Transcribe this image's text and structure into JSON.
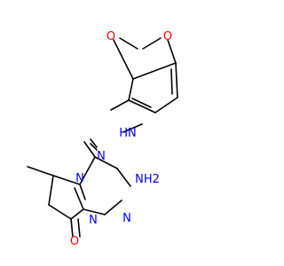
{
  "molecule": {
    "background": "#ffffff",
    "colors": {
      "bond": "#000000",
      "N": "#0000ff",
      "O": "#ff0000"
    },
    "atoms": [
      {
        "id": "o_top_left",
        "label": "O",
        "element": "O"
      },
      {
        "id": "o_top_right",
        "label": "O",
        "element": "O"
      },
      {
        "id": "n_hydrazine_upper",
        "label": "HN",
        "element": "N"
      },
      {
        "id": "n_hydrazine_lower",
        "label": "N",
        "element": "N"
      },
      {
        "id": "n_pyrimidine",
        "label": "N",
        "element": "N"
      },
      {
        "id": "n_bridge",
        "label": "N",
        "element": "N"
      },
      {
        "id": "n_pyrazole",
        "label": "N",
        "element": "N"
      },
      {
        "id": "n_amino",
        "label": "NH2",
        "element": "N"
      },
      {
        "id": "o_carbonyl",
        "label": "O",
        "element": "O"
      }
    ]
  }
}
